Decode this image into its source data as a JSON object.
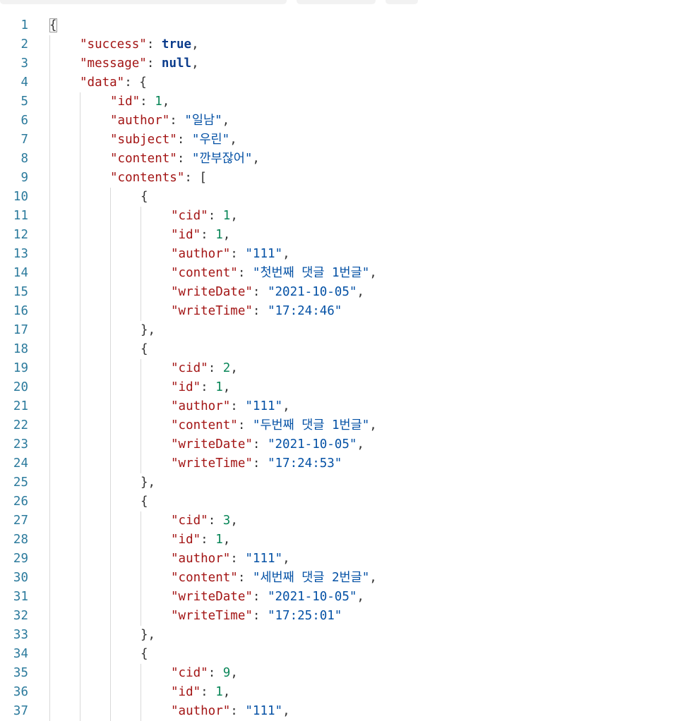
{
  "window": {
    "tabs": [
      "",
      "",
      ""
    ]
  },
  "editor": {
    "lines": [
      {
        "n": "1",
        "indent": 0,
        "parts": [
          [
            "p",
            "{"
          ]
        ],
        "highlight_brace": true
      },
      {
        "n": "2",
        "indent": 1,
        "parts": [
          [
            "k",
            "\"success\""
          ],
          [
            "p",
            ": "
          ],
          [
            "b",
            "true"
          ],
          [
            "p",
            ","
          ]
        ]
      },
      {
        "n": "3",
        "indent": 1,
        "parts": [
          [
            "k",
            "\"message\""
          ],
          [
            "p",
            ": "
          ],
          [
            "b",
            "null"
          ],
          [
            "p",
            ","
          ]
        ]
      },
      {
        "n": "4",
        "indent": 1,
        "parts": [
          [
            "k",
            "\"data\""
          ],
          [
            "p",
            ": {"
          ]
        ]
      },
      {
        "n": "5",
        "indent": 2,
        "parts": [
          [
            "k",
            "\"id\""
          ],
          [
            "p",
            ": "
          ],
          [
            "n",
            "1"
          ],
          [
            "p",
            ","
          ]
        ]
      },
      {
        "n": "6",
        "indent": 2,
        "parts": [
          [
            "k",
            "\"author\""
          ],
          [
            "p",
            ": "
          ],
          [
            "s",
            "\"일남\""
          ],
          [
            "p",
            ","
          ]
        ]
      },
      {
        "n": "7",
        "indent": 2,
        "parts": [
          [
            "k",
            "\"subject\""
          ],
          [
            "p",
            ": "
          ],
          [
            "s",
            "\"우린\""
          ],
          [
            "p",
            ","
          ]
        ]
      },
      {
        "n": "8",
        "indent": 2,
        "parts": [
          [
            "k",
            "\"content\""
          ],
          [
            "p",
            ": "
          ],
          [
            "s",
            "\"깐부잖어\""
          ],
          [
            "p",
            ","
          ]
        ]
      },
      {
        "n": "9",
        "indent": 2,
        "parts": [
          [
            "k",
            "\"contents\""
          ],
          [
            "p",
            ": ["
          ]
        ]
      },
      {
        "n": "10",
        "indent": 3,
        "parts": [
          [
            "p",
            "{"
          ]
        ]
      },
      {
        "n": "11",
        "indent": 4,
        "parts": [
          [
            "k",
            "\"cid\""
          ],
          [
            "p",
            ": "
          ],
          [
            "n",
            "1"
          ],
          [
            "p",
            ","
          ]
        ]
      },
      {
        "n": "12",
        "indent": 4,
        "parts": [
          [
            "k",
            "\"id\""
          ],
          [
            "p",
            ": "
          ],
          [
            "n",
            "1"
          ],
          [
            "p",
            ","
          ]
        ]
      },
      {
        "n": "13",
        "indent": 4,
        "parts": [
          [
            "k",
            "\"author\""
          ],
          [
            "p",
            ": "
          ],
          [
            "s",
            "\"111\""
          ],
          [
            "p",
            ","
          ]
        ]
      },
      {
        "n": "14",
        "indent": 4,
        "parts": [
          [
            "k",
            "\"content\""
          ],
          [
            "p",
            ": "
          ],
          [
            "s",
            "\"첫번째 댓글 1번글\""
          ],
          [
            "p",
            ","
          ]
        ]
      },
      {
        "n": "15",
        "indent": 4,
        "parts": [
          [
            "k",
            "\"writeDate\""
          ],
          [
            "p",
            ": "
          ],
          [
            "s",
            "\"2021-10-05\""
          ],
          [
            "p",
            ","
          ]
        ]
      },
      {
        "n": "16",
        "indent": 4,
        "parts": [
          [
            "k",
            "\"writeTime\""
          ],
          [
            "p",
            ": "
          ],
          [
            "s",
            "\"17:24:46\""
          ]
        ]
      },
      {
        "n": "17",
        "indent": 3,
        "parts": [
          [
            "p",
            "},"
          ]
        ]
      },
      {
        "n": "18",
        "indent": 3,
        "parts": [
          [
            "p",
            "{"
          ]
        ]
      },
      {
        "n": "19",
        "indent": 4,
        "parts": [
          [
            "k",
            "\"cid\""
          ],
          [
            "p",
            ": "
          ],
          [
            "n",
            "2"
          ],
          [
            "p",
            ","
          ]
        ]
      },
      {
        "n": "20",
        "indent": 4,
        "parts": [
          [
            "k",
            "\"id\""
          ],
          [
            "p",
            ": "
          ],
          [
            "n",
            "1"
          ],
          [
            "p",
            ","
          ]
        ]
      },
      {
        "n": "21",
        "indent": 4,
        "parts": [
          [
            "k",
            "\"author\""
          ],
          [
            "p",
            ": "
          ],
          [
            "s",
            "\"111\""
          ],
          [
            "p",
            ","
          ]
        ]
      },
      {
        "n": "22",
        "indent": 4,
        "parts": [
          [
            "k",
            "\"content\""
          ],
          [
            "p",
            ": "
          ],
          [
            "s",
            "\"두번째 댓글 1번글\""
          ],
          [
            "p",
            ","
          ]
        ]
      },
      {
        "n": "23",
        "indent": 4,
        "parts": [
          [
            "k",
            "\"writeDate\""
          ],
          [
            "p",
            ": "
          ],
          [
            "s",
            "\"2021-10-05\""
          ],
          [
            "p",
            ","
          ]
        ]
      },
      {
        "n": "24",
        "indent": 4,
        "parts": [
          [
            "k",
            "\"writeTime\""
          ],
          [
            "p",
            ": "
          ],
          [
            "s",
            "\"17:24:53\""
          ]
        ]
      },
      {
        "n": "25",
        "indent": 3,
        "parts": [
          [
            "p",
            "},"
          ]
        ]
      },
      {
        "n": "26",
        "indent": 3,
        "parts": [
          [
            "p",
            "{"
          ]
        ]
      },
      {
        "n": "27",
        "indent": 4,
        "parts": [
          [
            "k",
            "\"cid\""
          ],
          [
            "p",
            ": "
          ],
          [
            "n",
            "3"
          ],
          [
            "p",
            ","
          ]
        ]
      },
      {
        "n": "28",
        "indent": 4,
        "parts": [
          [
            "k",
            "\"id\""
          ],
          [
            "p",
            ": "
          ],
          [
            "n",
            "1"
          ],
          [
            "p",
            ","
          ]
        ]
      },
      {
        "n": "29",
        "indent": 4,
        "parts": [
          [
            "k",
            "\"author\""
          ],
          [
            "p",
            ": "
          ],
          [
            "s",
            "\"111\""
          ],
          [
            "p",
            ","
          ]
        ]
      },
      {
        "n": "30",
        "indent": 4,
        "parts": [
          [
            "k",
            "\"content\""
          ],
          [
            "p",
            ": "
          ],
          [
            "s",
            "\"세번째 댓글 2번글\""
          ],
          [
            "p",
            ","
          ]
        ]
      },
      {
        "n": "31",
        "indent": 4,
        "parts": [
          [
            "k",
            "\"writeDate\""
          ],
          [
            "p",
            ": "
          ],
          [
            "s",
            "\"2021-10-05\""
          ],
          [
            "p",
            ","
          ]
        ]
      },
      {
        "n": "32",
        "indent": 4,
        "parts": [
          [
            "k",
            "\"writeTime\""
          ],
          [
            "p",
            ": "
          ],
          [
            "s",
            "\"17:25:01\""
          ]
        ]
      },
      {
        "n": "33",
        "indent": 3,
        "parts": [
          [
            "p",
            "},"
          ]
        ]
      },
      {
        "n": "34",
        "indent": 3,
        "parts": [
          [
            "p",
            "{"
          ]
        ]
      },
      {
        "n": "35",
        "indent": 4,
        "parts": [
          [
            "k",
            "\"cid\""
          ],
          [
            "p",
            ": "
          ],
          [
            "n",
            "9"
          ],
          [
            "p",
            ","
          ]
        ]
      },
      {
        "n": "36",
        "indent": 4,
        "parts": [
          [
            "k",
            "\"id\""
          ],
          [
            "p",
            ": "
          ],
          [
            "n",
            "1"
          ],
          [
            "p",
            ","
          ]
        ]
      },
      {
        "n": "37",
        "indent": 4,
        "parts": [
          [
            "k",
            "\"author\""
          ],
          [
            "p",
            ": "
          ],
          [
            "s",
            "\"111\""
          ],
          [
            "p",
            ","
          ]
        ]
      }
    ]
  },
  "colors": {
    "key": "#a31515",
    "string": "#0451a5",
    "number": "#098658",
    "keyword": "#0b3c8c",
    "line_number": "#2b7a9c",
    "punctuation": "#333333"
  }
}
